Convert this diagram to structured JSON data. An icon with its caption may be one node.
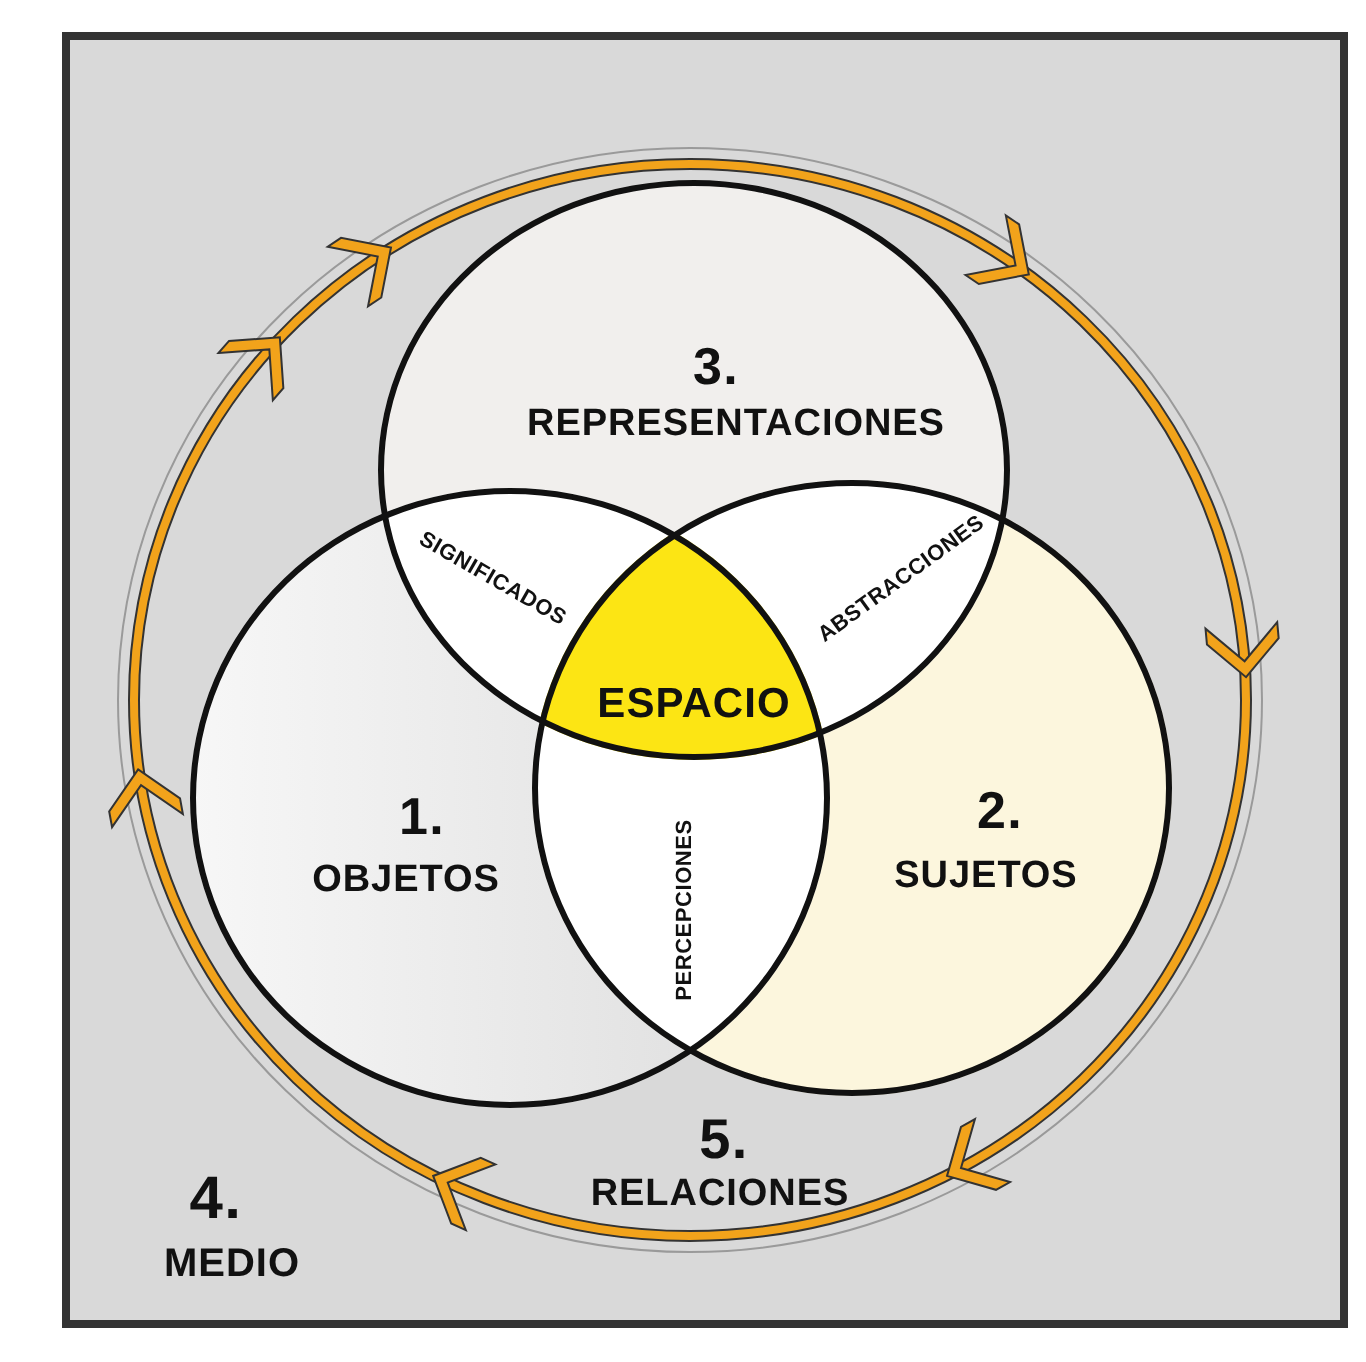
{
  "diagram": {
    "nodes": [
      {
        "text": [
          "4.",
          "MEDIO"
        ]
      },
      {
        "text": [
          "3.",
          "REPRESENTACIONES"
        ],
        "in": 0
      },
      {
        "text": [
          "1.",
          "OBJETOS"
        ],
        "in": 0
      },
      {
        "text": [
          "2.",
          "SUJETOS"
        ],
        "in": 0
      }
    ],
    "labels": [
      "SIGNIFICADOS",
      "ABSTRACCIONES",
      "ESPACIO",
      "PERCEPCIONES",
      "5.",
      "RELACIONES"
    ]
  }
}
